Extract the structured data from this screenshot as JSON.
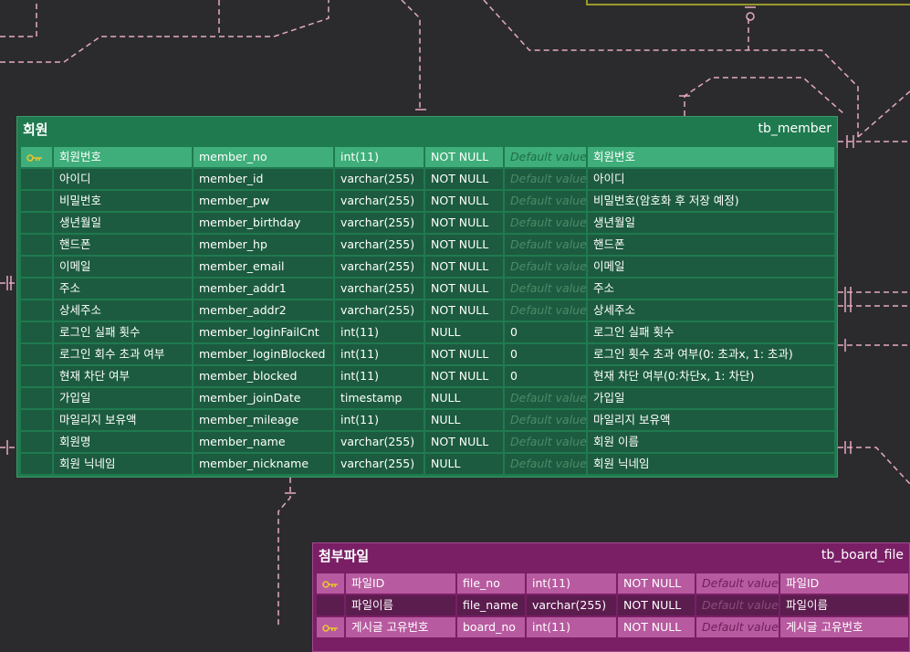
{
  "member_table": {
    "logical_name": "회원",
    "physical_name": "tb_member",
    "columns": [
      {
        "pk": true,
        "logical": "회원번호",
        "physical": "member_no",
        "type": "int(11)",
        "null": "NOT NULL",
        "default": "Default value",
        "comment": "회원번호"
      },
      {
        "pk": false,
        "logical": "아이디",
        "physical": "member_id",
        "type": "varchar(255)",
        "null": "NOT NULL",
        "default": "Default value",
        "comment": "아이디"
      },
      {
        "pk": false,
        "logical": "비밀번호",
        "physical": "member_pw",
        "type": "varchar(255)",
        "null": "NOT NULL",
        "default": "Default value",
        "comment": "비밀번호(암호화 후 저장 예정)"
      },
      {
        "pk": false,
        "logical": "생년월일",
        "physical": "member_birthday",
        "type": "varchar(255)",
        "null": "NOT NULL",
        "default": "Default value",
        "comment": "생년월일"
      },
      {
        "pk": false,
        "logical": "핸드폰",
        "physical": "member_hp",
        "type": "varchar(255)",
        "null": "NOT NULL",
        "default": "Default value",
        "comment": "핸드폰"
      },
      {
        "pk": false,
        "logical": "이메일",
        "physical": "member_email",
        "type": "varchar(255)",
        "null": "NOT NULL",
        "default": "Default value",
        "comment": "이메일"
      },
      {
        "pk": false,
        "logical": "주소",
        "physical": "member_addr1",
        "type": "varchar(255)",
        "null": "NOT NULL",
        "default": "Default value",
        "comment": "주소"
      },
      {
        "pk": false,
        "logical": "상세주소",
        "physical": "member_addr2",
        "type": "varchar(255)",
        "null": "NOT NULL",
        "default": "Default value",
        "comment": "상세주소"
      },
      {
        "pk": false,
        "logical": "로그인 실패 횟수",
        "physical": "member_loginFailCnt",
        "type": "int(11)",
        "null": "NULL",
        "default": "0",
        "comment": "로그인 실패 횟수"
      },
      {
        "pk": false,
        "logical": "로그인 회수 초과 여부",
        "physical": "member_loginBlocked",
        "type": "int(11)",
        "null": "NOT NULL",
        "default": "0",
        "comment": "로그인 횟수 초과 여부(0: 초과x, 1: 초과)"
      },
      {
        "pk": false,
        "logical": "현재 차단 여부",
        "physical": "member_blocked",
        "type": "int(11)",
        "null": "NOT NULL",
        "default": "0",
        "comment": "현재 차단 여부(0:차단x, 1: 차단)"
      },
      {
        "pk": false,
        "logical": "가입일",
        "physical": "member_joinDate",
        "type": "timestamp",
        "null": "NULL",
        "default": "Default value",
        "comment": "가입일"
      },
      {
        "pk": false,
        "logical": "마일리지 보유액",
        "physical": "member_mileage",
        "type": "int(11)",
        "null": "NULL",
        "default": "Default value",
        "comment": "마일리지 보유액"
      },
      {
        "pk": false,
        "logical": "회원명",
        "physical": "member_name",
        "type": "varchar(255)",
        "null": "NOT NULL",
        "default": "Default value",
        "comment": "회원 이름"
      },
      {
        "pk": false,
        "logical": "회원 닉네임",
        "physical": "member_nickname",
        "type": "varchar(255)",
        "null": "NULL",
        "default": "Default value",
        "comment": "회원 닉네임"
      }
    ]
  },
  "file_table": {
    "logical_name": "첨부파일",
    "physical_name": "tb_board_file",
    "columns": [
      {
        "pk": true,
        "logical": "파일ID",
        "physical": "file_no",
        "type": "int(11)",
        "null": "NOT NULL",
        "default": "Default value",
        "comment": "파일ID"
      },
      {
        "pk": false,
        "logical": "파일이름",
        "physical": "file_name",
        "type": "varchar(255)",
        "null": "NOT NULL",
        "default": "Default value",
        "comment": "파일이름"
      },
      {
        "pk": true,
        "logical": "게시글 고유번호",
        "physical": "board_no",
        "type": "int(11)",
        "null": "NOT NULL",
        "default": "Default value",
        "comment": "게시글 고유번호"
      }
    ]
  },
  "colors": {
    "canvas": "#2b2b2d",
    "connector": "#e6a9c4",
    "member_header": "#1f7a4f",
    "file_header": "#7a1f66",
    "key": "#e8c531"
  },
  "icons": {
    "primary_key": "key-icon"
  }
}
